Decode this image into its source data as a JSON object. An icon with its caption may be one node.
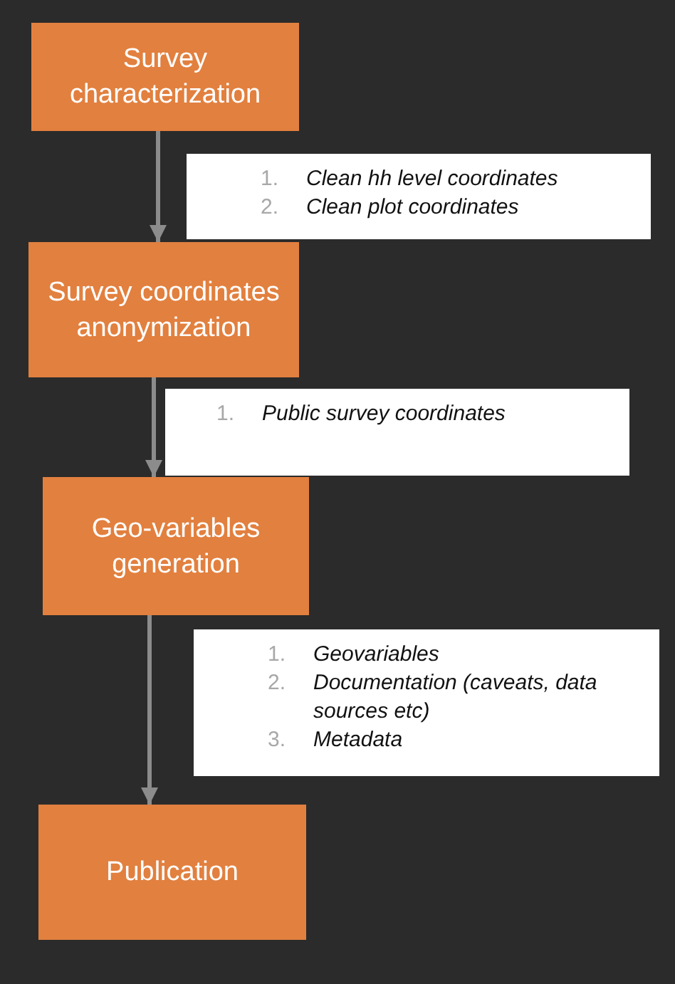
{
  "diagram": {
    "nodes": [
      {
        "text": [
          "Survey characterization"
        ]
      },
      {
        "text": [
          "1.",
          "Clean hh level coordinates",
          "2.",
          "Clean plot coordinates"
        ]
      },
      {
        "text": [
          "Survey coordinates anonymization"
        ]
      },
      {
        "text": [
          "1.",
          "Public survey coordinates"
        ]
      },
      {
        "text": [
          "Geo-variables generation"
        ]
      },
      {
        "text": [
          "1.",
          "Geovariables",
          "2.",
          "Documentation (caveats, data sources etc)",
          "3.",
          "Metadata"
        ]
      },
      {
        "text": [
          "Publication"
        ]
      }
    ],
    "edges": [
      {
        "from": 0,
        "to": 2,
        "arrow": "to"
      },
      {
        "from": 2,
        "to": 4,
        "arrow": "to"
      },
      {
        "from": 4,
        "to": 6,
        "arrow": "to"
      }
    ]
  }
}
